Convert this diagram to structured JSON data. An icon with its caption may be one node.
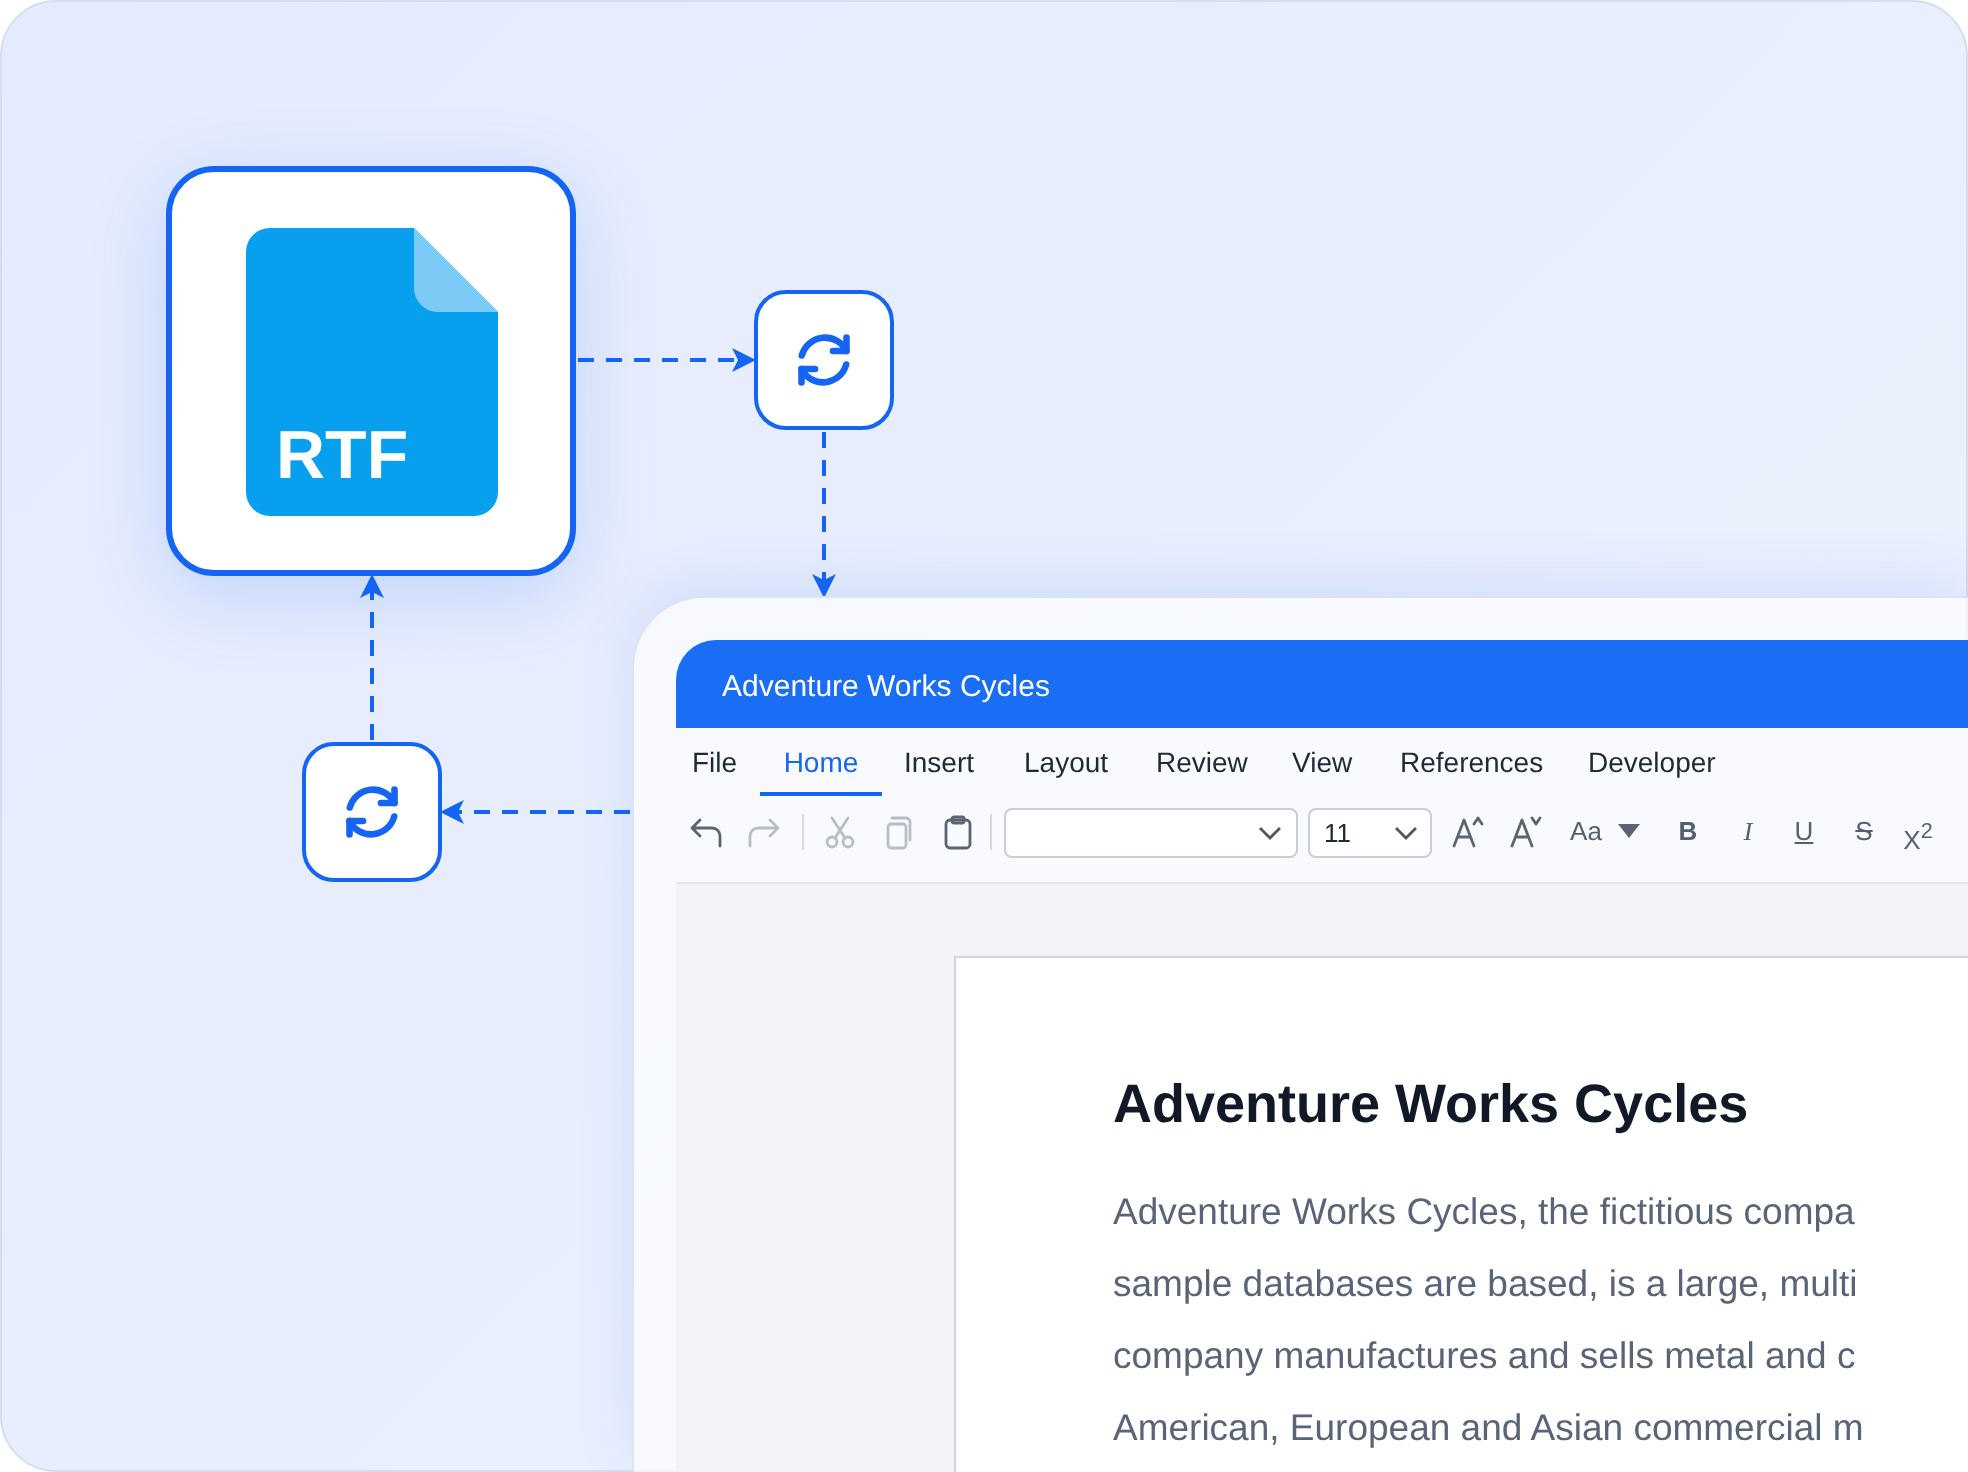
{
  "diagram": {
    "nodes": [
      {
        "text": [
          "RTF"
        ]
      },
      {
        "text": [],
        "shape": "box"
      },
      {
        "text": [
          "Adventure Works Cycles"
        ]
      },
      {
        "text": [
          "Adventure Works Cycles",
          "Adventure Works Cycles, the fictitious compa sample databases are based, is a large, multi company manufactures and sells metal and c American, European and Asian commercial m"
        ],
        "in": 2
      },
      {
        "text": [],
        "shape": "box"
      }
    ],
    "edges": [
      {
        "from": 0,
        "to": 1,
        "arrow": "to",
        "style": "dashed"
      },
      {
        "from": 1,
        "to": 2,
        "arrow": "to",
        "style": "dashed"
      },
      {
        "from": 2,
        "to": 4,
        "arrow": "to",
        "style": "dashed"
      },
      {
        "from": 4,
        "to": 0,
        "arrow": "to",
        "style": "dashed"
      }
    ],
    "labels": [
      "File",
      "Home",
      "Insert",
      "Layout",
      "Review",
      "View",
      "References",
      "Developer",
      "11",
      "Aa",
      "B",
      "I",
      "U",
      "S",
      "X$^{2}$"
    ]
  }
}
